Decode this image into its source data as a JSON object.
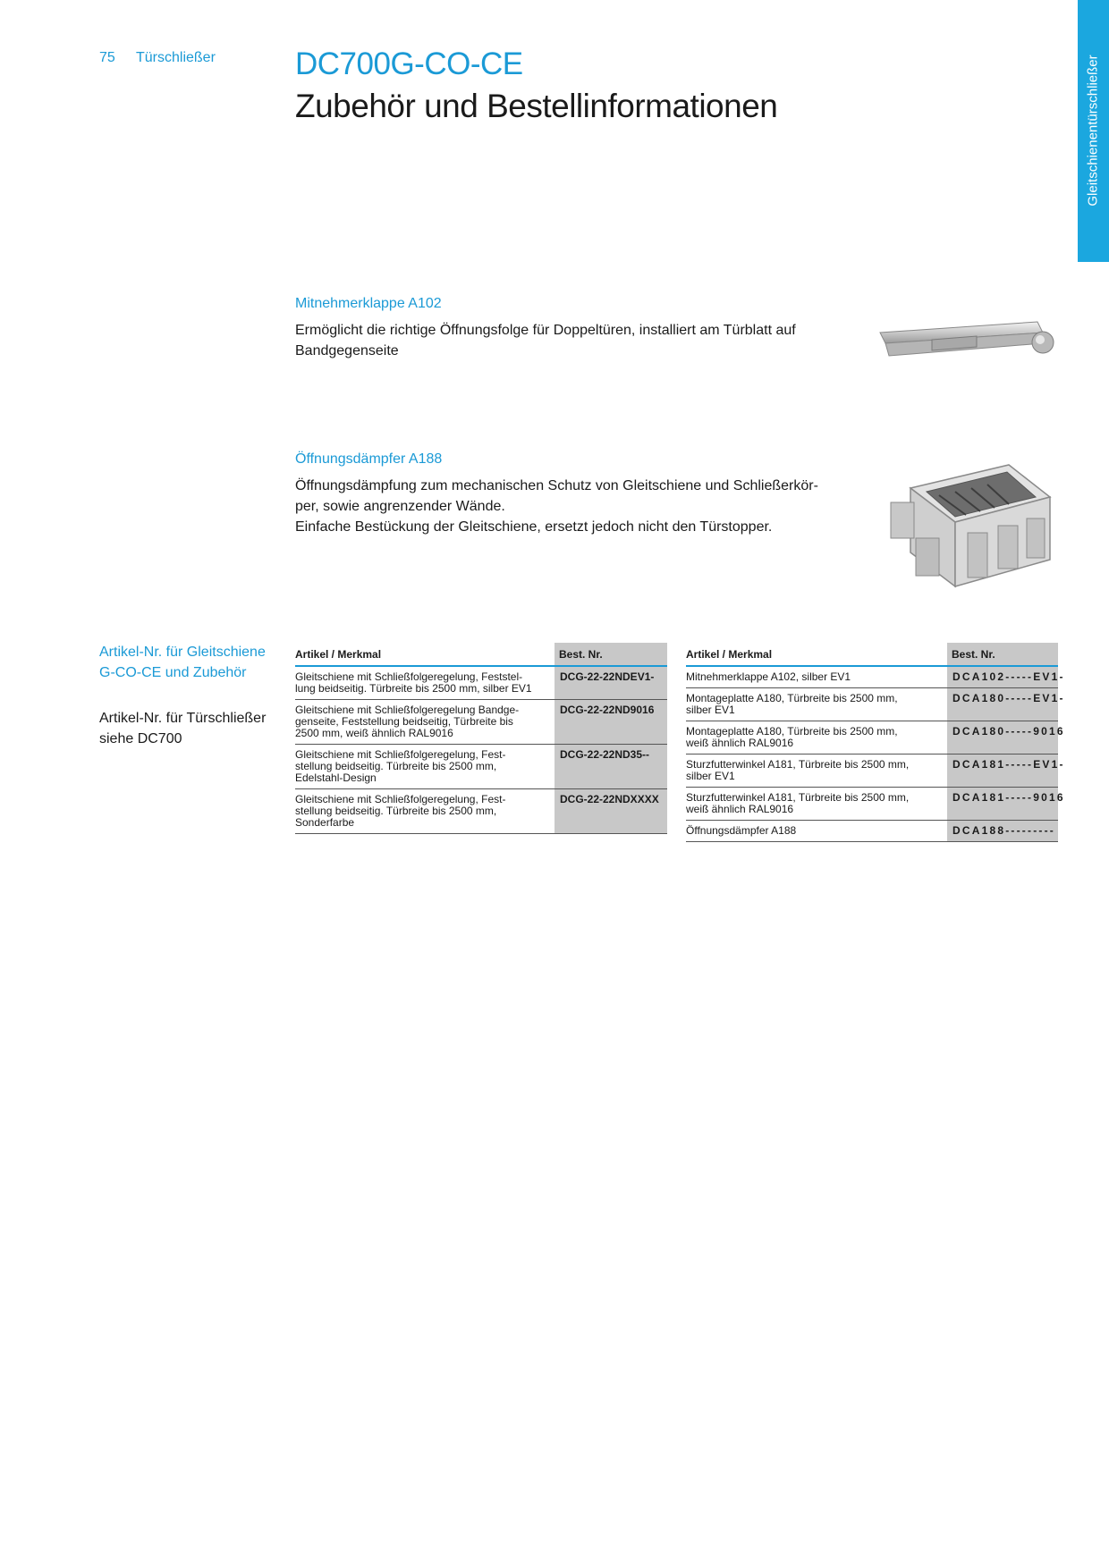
{
  "header": {
    "page_number": "75",
    "section": "Türschließer",
    "title": "DC700G-CO-CE",
    "subtitle": "Zubehör und Bestellinformationen",
    "side_tab": "Gleitschienentürschließer"
  },
  "accessories": [
    {
      "title": "Mitnehmerklappe A102",
      "lines": [
        "Ermöglicht die richtige Öffnungsfolge für Doppeltüren, installiert am Türblatt auf",
        "Bandgegenseite"
      ]
    },
    {
      "title": "Öffnungsdämpfer A188",
      "lines": [
        "Öffnungsdämpfung zum mechanischen Schutz von Gleitschiene und Schließerkör-",
        "per, sowie angrenzender Wände.",
        "Einfache Bestückung der Gleitschiene, ersetzt jedoch nicht den Türstopper."
      ]
    }
  ],
  "left_column": {
    "heading_lines": [
      "Artikel-Nr. für Gleitschiene",
      "G-CO-CE und Zubehör"
    ],
    "note_lines": [
      "Artikel-Nr. für Türschließer",
      "siehe DC700"
    ]
  },
  "table_1": {
    "headers": [
      "Artikel / Merkmal",
      "Best. Nr."
    ],
    "rows": [
      {
        "desc_lines": [
          "Gleitschiene mit Schließfolgeregelung, Feststel-",
          "lung beidseitig. Türbreite bis 2500 mm, silber EV1"
        ],
        "code": "DCG-22-22NDEV1-"
      },
      {
        "desc_lines": [
          "Gleitschiene mit Schließfolgeregelung Bandge-",
          "genseite, Feststellung beidseitig, Türbreite bis",
          "2500 mm, weiß ähnlich RAL9016"
        ],
        "code": "DCG-22-22ND9016"
      },
      {
        "desc_lines": [
          "Gleitschiene mit Schließfolgeregelung, Fest-",
          "stellung beidseitig. Türbreite bis 2500 mm,",
          "Edelstahl-Design"
        ],
        "code": "DCG-22-22ND35--"
      },
      {
        "desc_lines": [
          "Gleitschiene mit Schließfolgeregelung, Fest-",
          "stellung beidseitig. Türbreite bis 2500 mm,",
          "Sonderfarbe"
        ],
        "code": "DCG-22-22NDXXXX"
      }
    ]
  },
  "table_2": {
    "headers": [
      "Artikel / Merkmal",
      "Best. Nr."
    ],
    "rows": [
      {
        "desc_lines": [
          "Mitnehmerklappe A102, silber EV1"
        ],
        "code": "DCA102-----EV1-"
      },
      {
        "desc_lines": [
          "Montageplatte A180, Türbreite bis 2500 mm,",
          "silber EV1"
        ],
        "code": "DCA180-----EV1-"
      },
      {
        "desc_lines": [
          "Montageplatte A180, Türbreite bis 2500 mm,",
          "weiß ähnlich RAL9016"
        ],
        "code": "DCA180-----9016"
      },
      {
        "desc_lines": [
          "Sturzfutterwinkel A181, Türbreite bis 2500 mm,",
          "silber EV1"
        ],
        "code": "DCA181-----EV1-"
      },
      {
        "desc_lines": [
          "Sturzfutterwinkel A181, Türbreite bis 2500 mm,",
          "weiß ähnlich RAL9016"
        ],
        "code": "DCA181-----9016"
      },
      {
        "desc_lines": [
          "Öffnungsdämpfer A188"
        ],
        "code": "DCA188---------"
      }
    ]
  },
  "colors": {
    "accent": "#1b9ad6",
    "side_tab": "#1ba7df",
    "code_cell": "#c8c8c8"
  }
}
